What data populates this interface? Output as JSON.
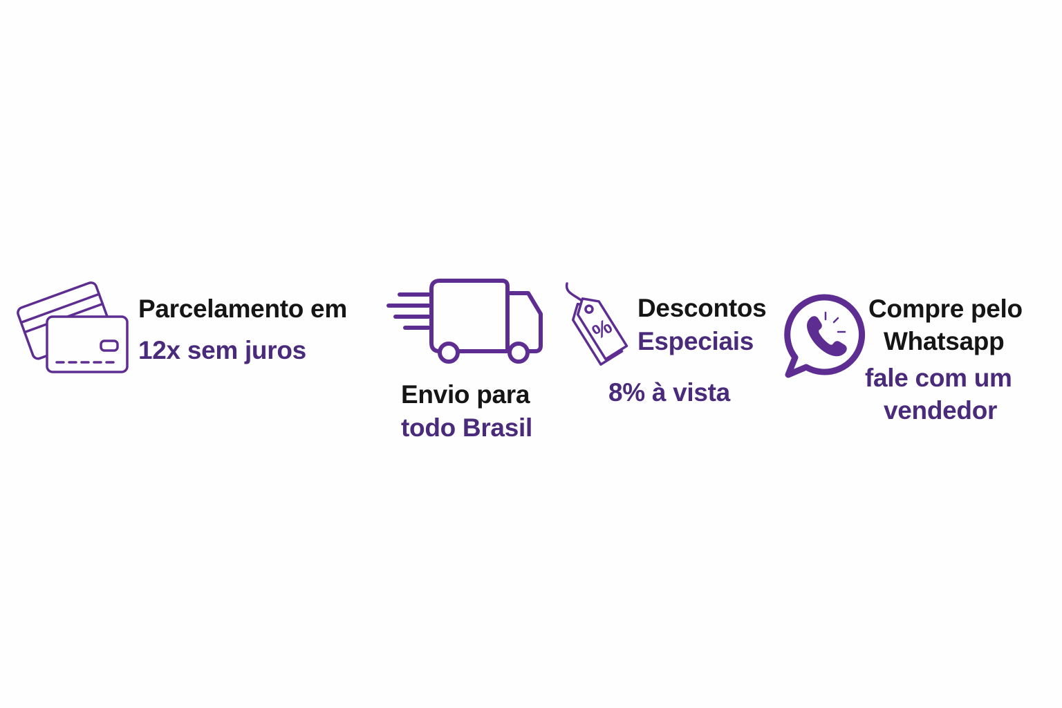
{
  "colors": {
    "accent": "#5e2d91",
    "heading": "#151515",
    "text_purple": "#4a2a7a",
    "background": "#fefefe"
  },
  "features": {
    "installments": {
      "icon": "credit-cards-icon",
      "line1": "Parcelamento em",
      "line2": "12x sem juros"
    },
    "shipping": {
      "icon": "delivery-truck-icon",
      "line1": "Envio para",
      "line2": "todo Brasil"
    },
    "discounts": {
      "icon": "discount-tags-icon",
      "line1": "Descontos",
      "line2": "Especiais",
      "line3": "8% à vista"
    },
    "whatsapp": {
      "icon": "whatsapp-icon",
      "line1": "Compre pelo",
      "line2": "Whatsapp",
      "line3": "fale com um",
      "line4": "vendedor"
    }
  }
}
